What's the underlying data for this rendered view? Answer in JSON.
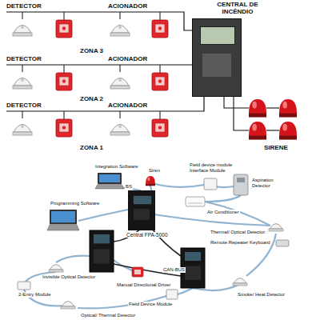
{
  "diagram": {
    "nodes": [
      {
        "text": [
          "CENTRAL DE INCÊNDIO"
        ]
      },
      {
        "text": [
          "Central FPA-5000"
        ]
      }
    ],
    "labels": [
      "DETECTOR",
      "ACIONADOR",
      "ZONA 3",
      "DETECTOR",
      "ACIONADOR",
      "ZONA 2",
      "DETECTOR",
      "ACIONADOR",
      "ZONA 1",
      "SIRENE",
      "Integration Software",
      "Siren",
      "Field device module Interface Module",
      "BIS",
      "Aspiration Detector",
      "Programming Software",
      "Air Conditioner",
      "Thermal/ Optical Detector",
      "Remote Repeater Keyboard",
      "CAN-BUS",
      "Invisible Optical Detector",
      "Manual Directional Driver",
      "2-Entry Module",
      "Smoke/ Heat Detector",
      "Field Device Module",
      "Optical/ Thermal Detector"
    ]
  }
}
